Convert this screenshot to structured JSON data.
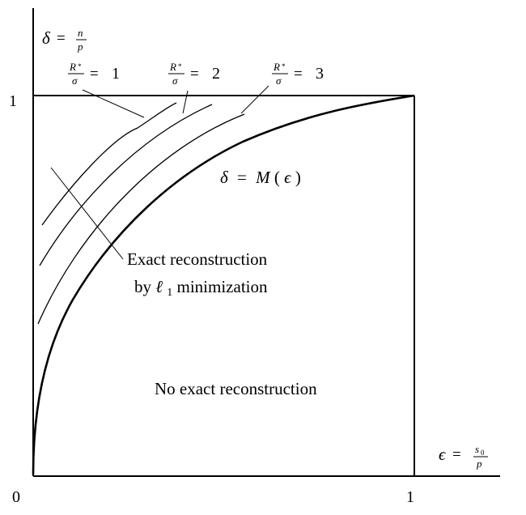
{
  "axes": {
    "y_axis_symbol": "δ",
    "y_axis_numerator": "n",
    "y_axis_denominator": "p",
    "x_axis_symbol": "ϵ",
    "x_axis_numerator": "s",
    "x_axis_numerator_subscript": "0",
    "x_axis_denominator": "p",
    "origin_label": "0",
    "x_tick_one": "1",
    "y_tick_one": "1",
    "equals": "="
  },
  "curve_labels": {
    "ratio_numerator": "R",
    "ratio_numerator_sub": "*",
    "ratio_denominator": "σ",
    "level_1": "1",
    "level_2": "2",
    "level_3": "3"
  },
  "boundary": {
    "lhs": "δ",
    "equals": "=",
    "function": "M",
    "argument": "ϵ",
    "open_paren": "(",
    "close_paren": ")"
  },
  "regions": {
    "exact_line1": "Exact reconstruction",
    "exact_line2_prefix": "by ",
    "exact_line2_ell": "ℓ",
    "exact_line2_sub": "1",
    "exact_line2_suffix": " minimization",
    "no_exact": "No exact reconstruction"
  }
}
